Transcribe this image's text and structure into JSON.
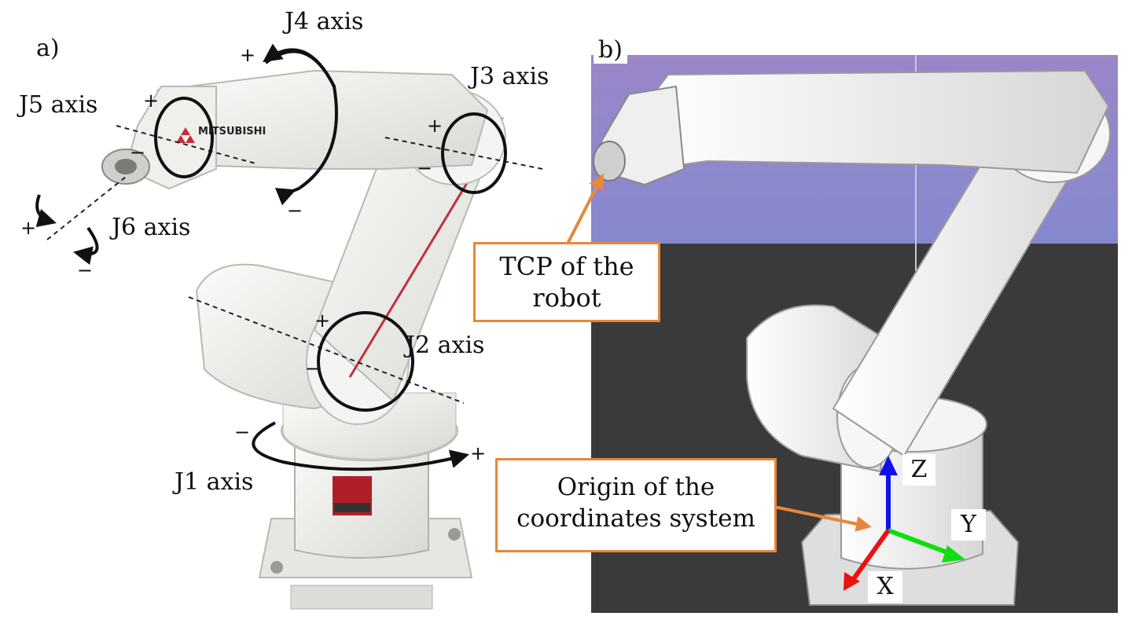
{
  "panel_a": {
    "letter": "a)",
    "logo_text": "MITSUBISHI",
    "axes": [
      {
        "id": "j1",
        "name": "J1 axis",
        "plus": "+",
        "minus": "−"
      },
      {
        "id": "j2",
        "name": "J2 axis",
        "plus": "+",
        "minus": "−"
      },
      {
        "id": "j3",
        "name": "J3 axis",
        "plus": "+",
        "minus": "−"
      },
      {
        "id": "j4",
        "name": "J4 axis",
        "plus": "+",
        "minus": "−"
      },
      {
        "id": "j5",
        "name": "J5 axis",
        "plus": "+",
        "minus": "−"
      },
      {
        "id": "j6",
        "name": "J6 axis",
        "plus": "+",
        "minus": "−"
      }
    ]
  },
  "panel_b": {
    "letter": "b)",
    "callouts": {
      "tcp": [
        "TCP of the",
        "robot"
      ],
      "origin": [
        "Origin of the",
        "coordinates system"
      ]
    },
    "coordinate_axes": [
      {
        "name": "Z",
        "color": "#1010ee"
      },
      {
        "name": "Y",
        "color": "#10dd10"
      },
      {
        "name": "X",
        "color": "#ee1010"
      }
    ]
  },
  "colors": {
    "callout_border": "#e8873a",
    "arrow": "#e8873a",
    "sky_top": "#9a86c8",
    "sky_bottom": "#6a8ad8",
    "floor": "#3a3a3a",
    "robot_body": "#f1f1ef"
  }
}
